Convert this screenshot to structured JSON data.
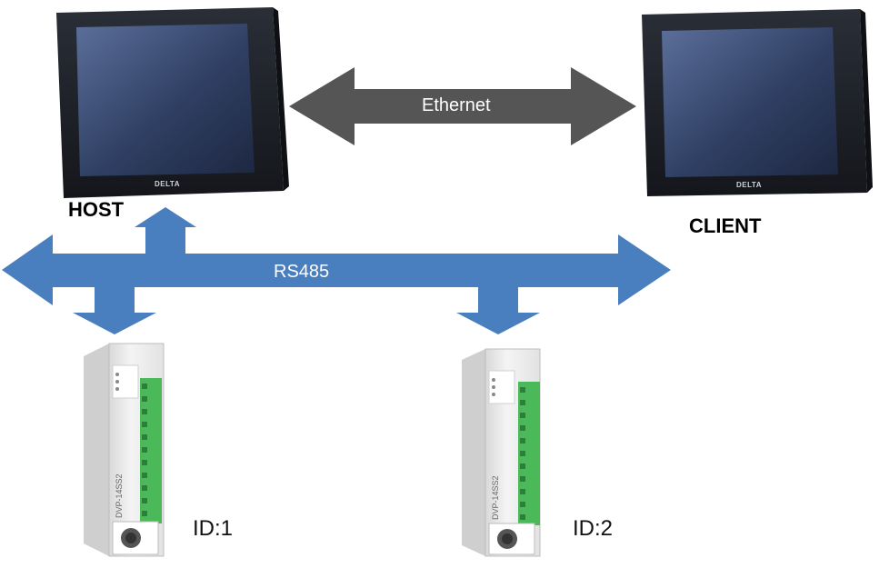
{
  "diagram": {
    "host": {
      "label": "HOST",
      "brand": "DELTA"
    },
    "client": {
      "label": "CLIENT",
      "brand": "DELTA"
    },
    "links": {
      "ethernet": "Ethernet",
      "rs485": "RS485"
    },
    "devices": [
      {
        "model": "DVP-14SS2",
        "id_label": "ID:1"
      },
      {
        "model": "DVP-14SS2",
        "id_label": "ID:2"
      }
    ],
    "colors": {
      "ethernet_arrow": "#555555",
      "rs485_arrow": "#4a7fbf",
      "screen": "#3a4f7a",
      "bezel": "#1c1f26",
      "terminal_green": "#4bb85a"
    }
  }
}
